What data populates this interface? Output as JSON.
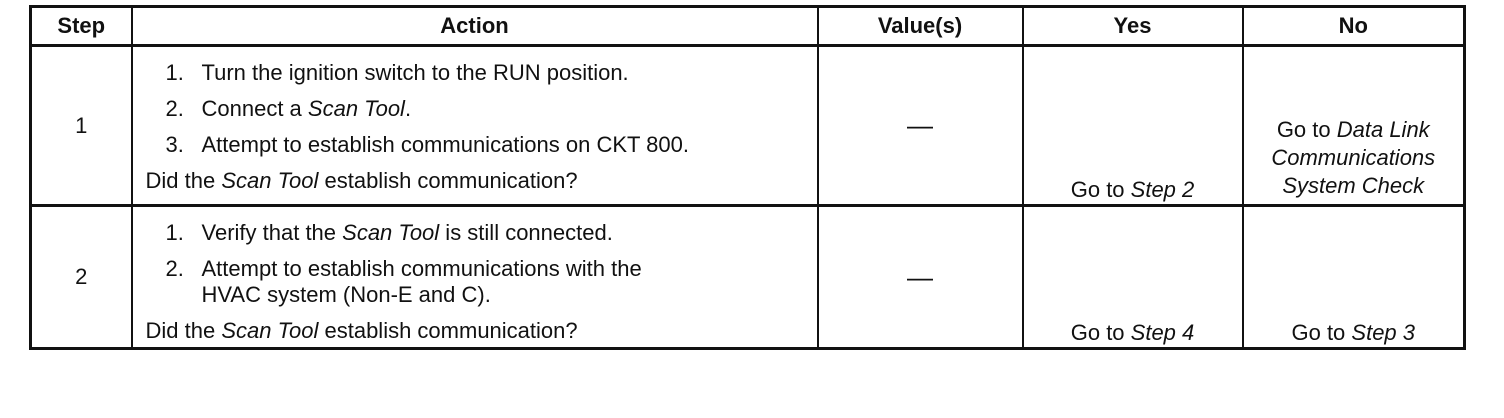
{
  "headers": {
    "step": "Step",
    "action": "Action",
    "values": "Value(s)",
    "yes": "Yes",
    "no": "No"
  },
  "rows": [
    {
      "step": "1",
      "actions": [
        {
          "num": "1.",
          "pre": "Turn the ignition switch to the RUN position.",
          "ital": "",
          "post": ""
        },
        {
          "num": "2.",
          "pre": "Connect a ",
          "ital": "Scan Tool",
          "post": "."
        },
        {
          "num": "3.",
          "pre": "Attempt to establish communications on CKT 800.",
          "ital": "",
          "post": ""
        }
      ],
      "question": {
        "pre": "Did the ",
        "ital": "Scan Tool",
        "post": " establish communication?"
      },
      "value": "—",
      "yes": {
        "pre": "Go to ",
        "ital": "Step 2"
      },
      "no": {
        "pre": "Go to ",
        "line1_ital": "Data Link",
        "line2_ital": "Communications",
        "line3_ital": "System Check"
      }
    },
    {
      "step": "2",
      "actions": [
        {
          "num": "1.",
          "pre": "Verify that the ",
          "ital": "Scan Tool",
          "post": " is still connected."
        },
        {
          "num": "2.",
          "pre": "Attempt to establish communications with the",
          "line2": "HVAC system (Non-E and C).",
          "ital": "",
          "post": ""
        }
      ],
      "question": {
        "pre": "Did the ",
        "ital": "Scan Tool",
        "post": " establish communication?"
      },
      "value": "—",
      "yes": {
        "pre": "Go to ",
        "ital": "Step 4"
      },
      "no": {
        "pre": "Go to ",
        "ital": "Step 3"
      }
    }
  ]
}
